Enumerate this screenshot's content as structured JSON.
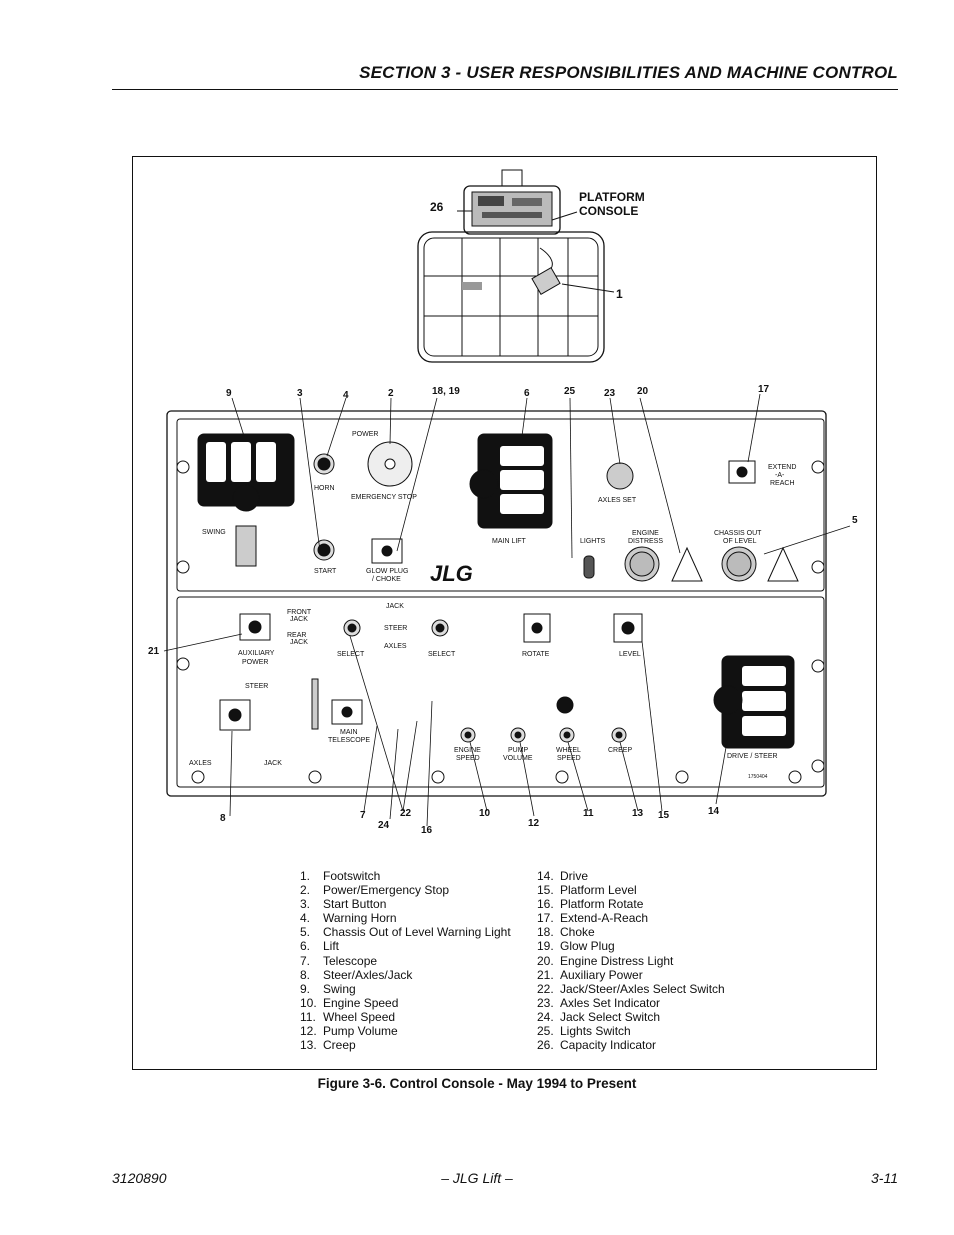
{
  "header": {
    "section_title": "SECTION 3 - USER RESPONSIBILITIES AND MACHINE CONTROL"
  },
  "figure": {
    "callouts": {
      "c1": "1",
      "c2": "2",
      "c3": "3",
      "c4": "4",
      "c5": "5",
      "c6": "6",
      "c7": "7",
      "c8": "8",
      "c9": "9",
      "c10": "10",
      "c11": "11",
      "c12": "12",
      "c13": "13",
      "c14": "14",
      "c15": "15",
      "c16": "16",
      "c17": "17",
      "c1819": "18, 19",
      "c20": "20",
      "c21": "21",
      "c22": "22",
      "c23": "23",
      "c24": "24",
      "c25": "25",
      "c26": "26"
    },
    "platform_console_label": [
      "PLATFORM",
      "CONSOLE"
    ],
    "panel_labels": {
      "power": "POWER",
      "horn": "HORN",
      "emergency_stop": "EMERGENCY  STOP",
      "swing": "SWING",
      "start": "START",
      "glow_plug": "GLOW  PLUG",
      "choke": "/ CHOKE",
      "main_lift": "MAIN  LIFT",
      "lights": "LIGHTS",
      "axles_set": "AXLES  SET",
      "engine": "ENGINE",
      "distress": "DISTRESS",
      "chassis_out": "CHASSIS  OUT",
      "of_level": "OF  LEVEL",
      "extend": "EXTEND",
      "a": "-A-",
      "reach": "REACH",
      "auxiliary": "AUXILIARY",
      "aux_power": "POWER",
      "front": "FRONT",
      "front_jack": "JACK",
      "rear": "REAR",
      "rear_jack": "JACK",
      "select1": "SELECT",
      "jack_top": "JACK",
      "steer_mid": "STEER",
      "axles_mid": "AXLES",
      "select2": "SELECT",
      "rotate": "ROTATE",
      "level": "LEVEL",
      "steer": "STEER",
      "axles": "AXLES",
      "jack": "JACK",
      "main": "MAIN",
      "telescope": "TELESCOPE",
      "engine2": "ENGINE",
      "speed1": "SPEED",
      "pump": "PUMP",
      "volume": "VOLUME",
      "wheel": "WHEEL",
      "speed2": "SPEED",
      "creep": "CREEP",
      "drive_steer": "DRIVE / STEER",
      "part_no": "1750404",
      "logo": "JLG"
    },
    "legend_left": [
      {
        "n": "1.",
        "t": "Footswitch"
      },
      {
        "n": "2.",
        "t": "Power/Emergency Stop"
      },
      {
        "n": "3.",
        "t": "Start Button"
      },
      {
        "n": "4.",
        "t": "Warning Horn"
      },
      {
        "n": "5.",
        "t": "Chassis Out of Level Warning Light"
      },
      {
        "n": "6.",
        "t": "Lift"
      },
      {
        "n": "7.",
        "t": "Telescope"
      },
      {
        "n": "8.",
        "t": "Steer/Axles/Jack"
      },
      {
        "n": "9.",
        "t": "Swing"
      },
      {
        "n": "10.",
        "t": "Engine Speed"
      },
      {
        "n": "11.",
        "t": "Wheel Speed"
      },
      {
        "n": "12.",
        "t": "Pump Volume"
      },
      {
        "n": "13.",
        "t": "Creep"
      }
    ],
    "legend_right": [
      {
        "n": "14.",
        "t": "Drive"
      },
      {
        "n": "15.",
        "t": "Platform Level"
      },
      {
        "n": "16.",
        "t": "Platform Rotate"
      },
      {
        "n": "17.",
        "t": "Extend-A-Reach"
      },
      {
        "n": "18.",
        "t": "Choke"
      },
      {
        "n": "19.",
        "t": "Glow Plug"
      },
      {
        "n": "20.",
        "t": "Engine Distress Light"
      },
      {
        "n": "21.",
        "t": "Auxiliary Power"
      },
      {
        "n": "22.",
        "t": "Jack/Steer/Axles Select Switch"
      },
      {
        "n": "23.",
        "t": "Axles Set Indicator"
      },
      {
        "n": "24.",
        "t": "Jack Select Switch"
      },
      {
        "n": "25.",
        "t": "Lights Switch"
      },
      {
        "n": "26.",
        "t": "Capacity Indicator"
      }
    ],
    "caption": "Figure 3-6.  Control Console - May 1994 to Present"
  },
  "footer": {
    "doc_number": "3120890",
    "center": "– JLG Lift –",
    "page": "3-11"
  }
}
